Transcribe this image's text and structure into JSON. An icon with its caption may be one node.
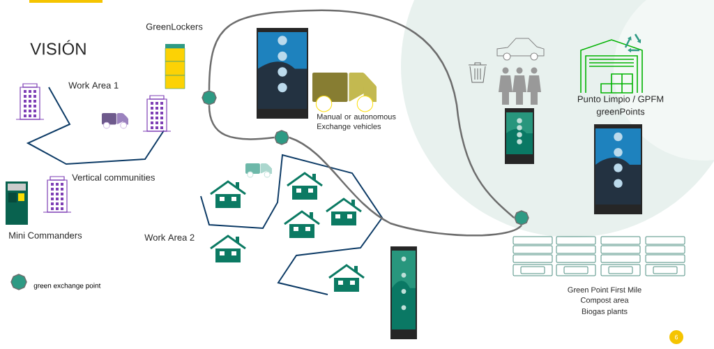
{
  "diagram": {
    "nodes": [
      {
        "text": [],
        "shape": "octagon"
      },
      {
        "text": [],
        "shape": "octagon"
      },
      {
        "text": [],
        "shape": "octagon"
      }
    ],
    "edges": [
      {
        "from": 0,
        "to": 2,
        "arrow": "none"
      },
      {
        "from": 2,
        "to": 1,
        "arrow": "none"
      },
      {
        "from": 1,
        "to": 0,
        "arrow": "none"
      }
    ],
    "labels": [
      "VISIÓN",
      "GreenLockers",
      "Work Area 1",
      "Manual or autonomous Exchange vehicles",
      "Punto Limpio / GPFM",
      "greenPoints",
      "Vertical communities",
      "Mini Commanders",
      "Work Area 2",
      "Green Point First Mile",
      "Compost area",
      "Biogas plants",
      "6"
    ],
    "legend": [
      {
        "text": "green exchange point"
      }
    ]
  }
}
